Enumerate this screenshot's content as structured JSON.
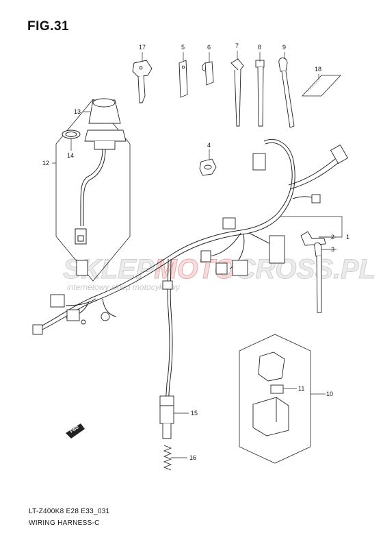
{
  "figure": {
    "title": "FIG.31",
    "model_code": "LT-Z400K8 E28 E33_031",
    "name": "WIRING HARNESS-C"
  },
  "watermark": {
    "brand_part1": "SKLEP",
    "brand_part2": "MOTO",
    "brand_part3": "CROSS.PL",
    "tagline": "internetowy sklep motocyklowy"
  },
  "forward_marker": {
    "label": "FWD",
    "icon": "arrow-left-icon"
  },
  "callouts": [
    {
      "id": "17",
      "label": "17"
    },
    {
      "id": "5",
      "label": "5"
    },
    {
      "id": "6",
      "label": "6"
    },
    {
      "id": "7",
      "label": "7"
    },
    {
      "id": "8",
      "label": "8"
    },
    {
      "id": "9",
      "label": "9"
    },
    {
      "id": "18",
      "label": "18"
    },
    {
      "id": "13",
      "label": "13"
    },
    {
      "id": "14",
      "label": "14"
    },
    {
      "id": "12",
      "label": "12"
    },
    {
      "id": "4",
      "label": "4"
    },
    {
      "id": "1",
      "label": "1"
    },
    {
      "id": "2",
      "label": "2"
    },
    {
      "id": "3",
      "label": "3"
    },
    {
      "id": "11",
      "label": "11"
    },
    {
      "id": "10",
      "label": "10"
    },
    {
      "id": "15",
      "label": "15"
    },
    {
      "id": "16",
      "label": "16"
    }
  ]
}
